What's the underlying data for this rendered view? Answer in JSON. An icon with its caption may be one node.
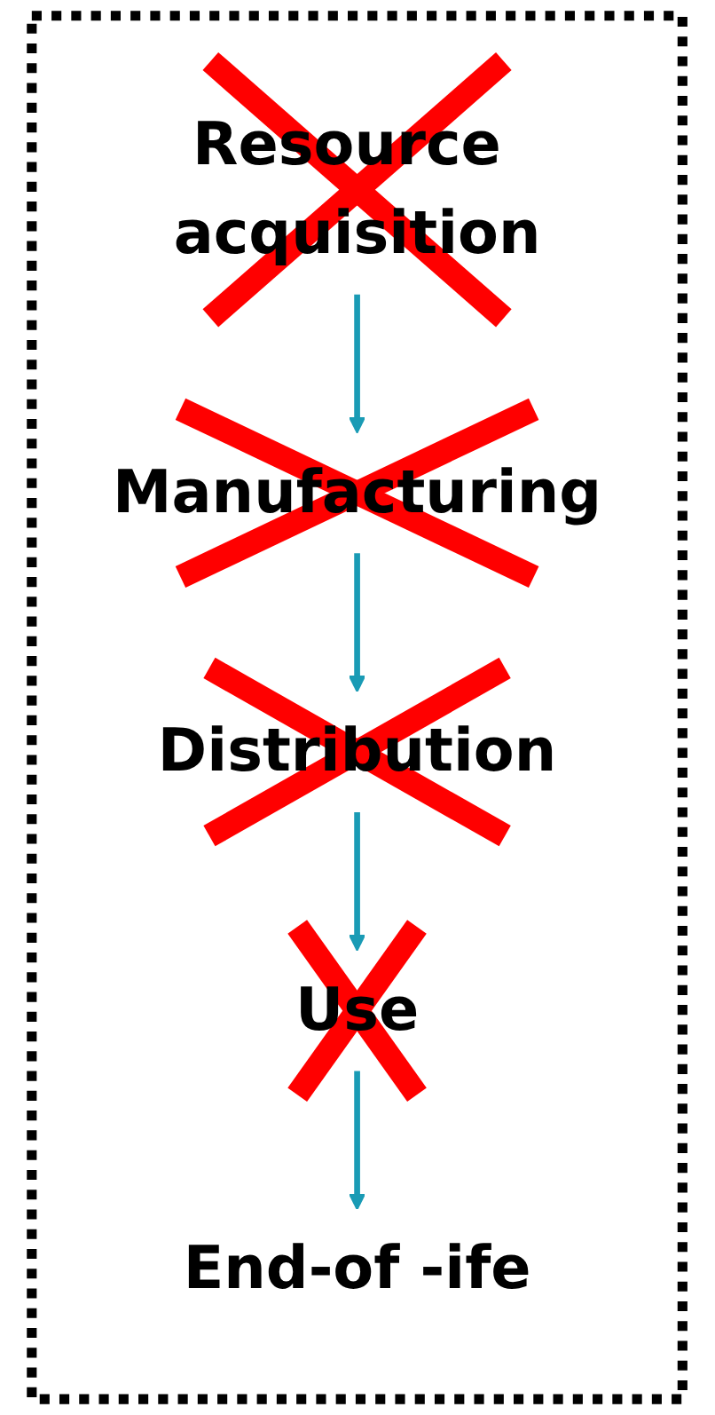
{
  "diagram": {
    "nodes": [
      {
        "text": [],
        "shape": "box"
      },
      {
        "text": [
          "Resource acquisition"
        ],
        "in": 0
      },
      {
        "text": [
          "Manufacturing"
        ],
        "in": 0
      },
      {
        "text": [
          "Distribution"
        ],
        "in": 0
      },
      {
        "text": [
          "Use"
        ],
        "in": 0
      },
      {
        "text": [
          "End-of -ife"
        ],
        "in": 0
      }
    ],
    "edges": [
      {
        "from": 1,
        "to": 2,
        "arrow": "to"
      },
      {
        "from": 2,
        "to": 3,
        "arrow": "to"
      },
      {
        "from": 3,
        "to": 4,
        "arrow": "to"
      },
      {
        "from": 4,
        "to": 5,
        "arrow": "to"
      }
    ]
  }
}
